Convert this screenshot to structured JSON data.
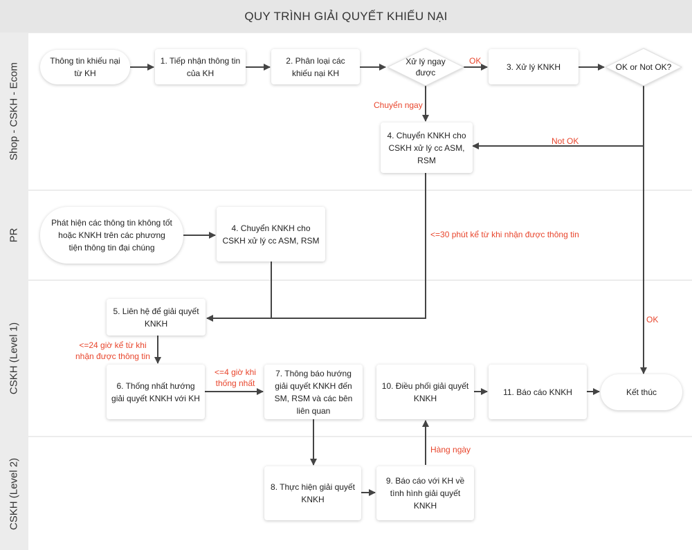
{
  "title": "QUY TRÌNH GIẢI QUYẾT KHIẾU NẠI",
  "lanes": {
    "shop": "Shop - CSKH - Ecom",
    "pr": "PR",
    "level1": "CSKH (Level 1)",
    "level2": "CSKH (Level 2)"
  },
  "nodes": {
    "start": "Thông tin khiếu nại từ KH",
    "n1": "1.  Tiếp nhận thông tin của KH",
    "n2": "2. Phân loại các khiếu nại KH",
    "d1": "Xử lý ngay được",
    "n3": "3. Xử lý KNKH",
    "d2": "OK or Not OK?",
    "n4a": "4. Chuyển KNKH cho CSKH xử lý cc ASM, RSM",
    "prstart": "Phát hiện các thông tin không tốt hoặc KNKH trên các phương tiện thông tin đại chúng",
    "n4b": "4. Chuyển KNKH cho CSKH xử lý cc ASM, RSM",
    "n5": "5. Liên hệ để giải quyết KNKH",
    "n6": "6. Thống nhất hướng giải quyết KNKH với KH",
    "n7": "7. Thông báo hướng giải quyết KNKH đến SM, RSM và các bên liên quan",
    "n8": "8. Thực hiện giải quyết KNKH",
    "n9": "9. Báo cáo với KH về tình hình giải quyết KNKH",
    "n10": "10. Điều phối giải quyết KNKH",
    "n11": "11. Báo cáo KNKH",
    "end": "Kết thúc"
  },
  "edge_labels": {
    "ok1": "OK",
    "chuyen_ngay": "Chuyển ngay",
    "not_ok": "Not OK",
    "le30": "<=30 phút kể từ khi nhận được thông tin",
    "ok2": "OK",
    "le24": "<=24 giờ kể từ khi nhận được thông tin",
    "le4": "<=4 giờ  khi thống nhất",
    "hang_ngay": "Hàng ngày"
  },
  "colors": {
    "accent": "#e8452c",
    "line": "#444444",
    "lane_bg": "#ececec"
  }
}
